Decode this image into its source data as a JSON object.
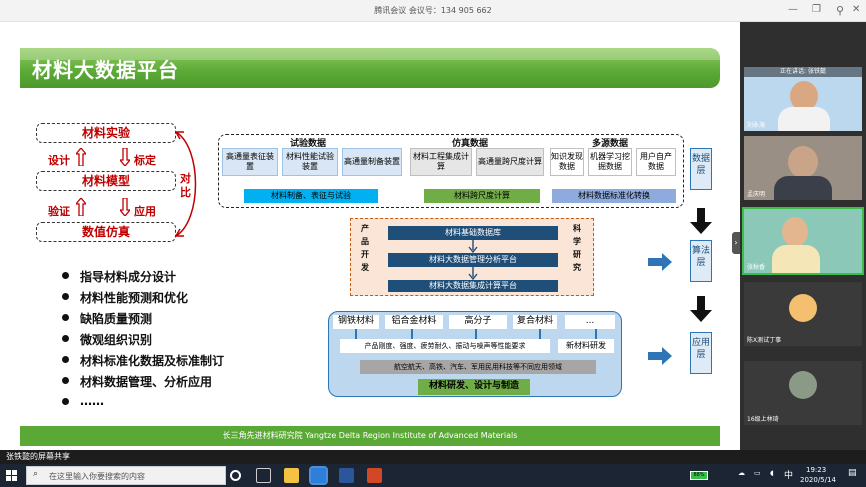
{
  "window": {
    "title": "腾讯会议 会议号：134 905 662"
  },
  "slide": {
    "title": "材料大数据平台",
    "left_stack": {
      "items": [
        "材料实验",
        "材料模型",
        "数值仿真"
      ],
      "labels": {
        "design": "设计",
        "calibrate": "标定",
        "verify": "验证",
        "apply": "应用",
        "compare": "对比"
      }
    },
    "bullets": [
      "指导材料成分设计",
      "材料性能预测和优化",
      "缺陷质量预测",
      "微观组织识别",
      "材料标准化数据及标准制订",
      "材料数据管理、分析应用",
      "……"
    ],
    "diagram": {
      "groups": {
        "experiment": {
          "title": "试验数据",
          "items": [
            "高通量表征装置",
            "材料性能试验装置",
            "高通量制备装置"
          ],
          "bar": "材料制备、表征与试验"
        },
        "simulation": {
          "title": "仿真数据",
          "items": [
            "材料工程集成计算",
            "高通量跨尺度计算"
          ],
          "bar": "材料跨尺度计算"
        },
        "multi": {
          "title": "多源数据",
          "items": [
            "知识发现数据",
            "机器学习挖掘数据",
            "用户自产数据"
          ],
          "bar": "材料数据标准化转换"
        }
      },
      "middle": {
        "left_label": [
          "产",
          "品",
          "开",
          "发"
        ],
        "right_label": [
          "科",
          "学",
          "研",
          "究"
        ],
        "rows": [
          "材料基础数据库",
          "材料大数据管理分析平台",
          "材料大数据集成计算平台"
        ]
      },
      "bottom": {
        "materials": [
          "钢铁材料",
          "铝合金材料",
          "高分子",
          "复合材料",
          "..."
        ],
        "props": "产品刚度、强度、疲劳耐久、振动与噪声等性能要求",
        "newmat": "新材料研发",
        "fields": "航空航天、高铁、汽车、军用民用科技等不同应用领域",
        "bar": "材料研发、设计与制造"
      },
      "layers": [
        "数据层",
        "算法层",
        "应用层"
      ]
    },
    "footer": "长三角先进材料研究院  Yangtze Delta Region Institute of Advanced Materials"
  },
  "participants": {
    "speaking": "正在讲话: 张铁懿",
    "tiles": [
      {
        "name": "刘永海"
      },
      {
        "name": "孟庆明"
      },
      {
        "name": "张秋香"
      },
      {
        "name": "陈X测试丁事"
      },
      {
        "name": "16级上林琦"
      }
    ]
  },
  "share_banner": "张铁懿的屏幕共享",
  "taskbar": {
    "search_placeholder": "在这里输入你要搜索的内容",
    "time": "19:23",
    "date": "2020/5/14",
    "battery": "88%",
    "lang": "中"
  },
  "colors": {
    "green": "#5aa936",
    "red": "#c00000",
    "blue": "#2e75b6",
    "orange": "#f4b183"
  }
}
